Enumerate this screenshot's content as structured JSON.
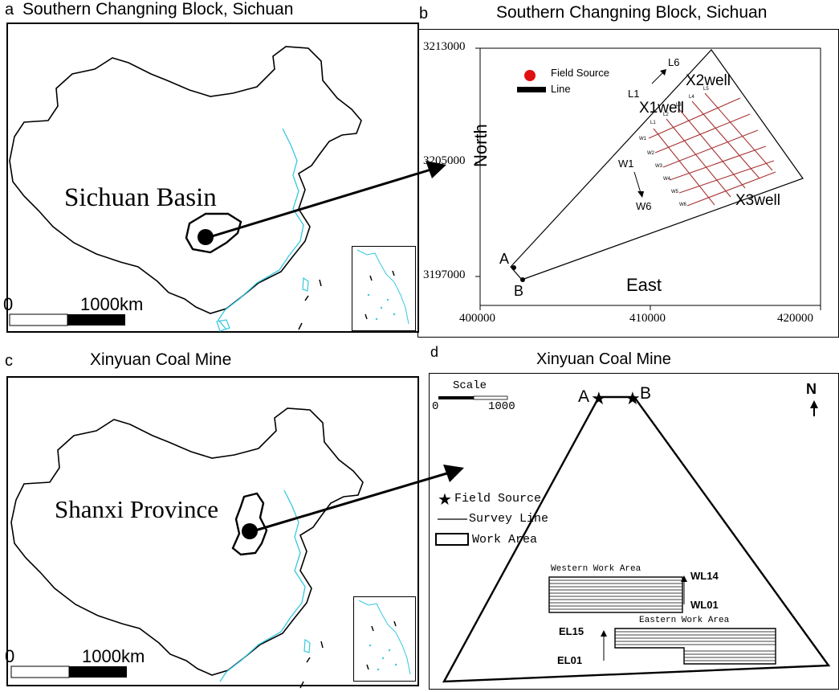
{
  "panel_a": {
    "letter": "a",
    "title": "Southern Changning Block, Sichuan",
    "region_label": "Sichuan Basin",
    "scale_zero": "0",
    "scale_end": "1000km"
  },
  "panel_b": {
    "letter": "b",
    "title": "Southern Changning Block, Sichuan",
    "y_ticks": [
      "3213000",
      "3205000",
      "3197000"
    ],
    "x_ticks": [
      "400000",
      "410000",
      "420000"
    ],
    "axis_north": "North",
    "axis_east": "East",
    "legend_source": "Field Source",
    "legend_line": "Line",
    "wells": [
      "X1well",
      "X2well",
      "X3well"
    ],
    "line_start": "L1",
    "line_end": "L6",
    "w_start": "W1",
    "w_end": "W6",
    "point_a": "A",
    "point_b": "B",
    "grid_l": [
      "L1",
      "L2",
      "L3",
      "L4",
      "L5"
    ],
    "grid_w": [
      "W1",
      "W2",
      "W3",
      "W4",
      "W5",
      "W6"
    ],
    "colors": {
      "grid": "#a83232",
      "source": "#e01010"
    }
  },
  "panel_c": {
    "letter": "c",
    "title": "Xinyuan Coal Mine",
    "region_label": "Shanxi Province",
    "scale_zero": "0",
    "scale_end": "1000km"
  },
  "panel_d": {
    "letter": "d",
    "title": "Xinyuan Coal Mine",
    "scale_title": "Scale",
    "scale_zero": "0",
    "scale_end": "1000",
    "north": "N",
    "point_a": "A",
    "point_b": "B",
    "legend_source": "Field Source",
    "legend_line": "Survey Line",
    "legend_area": "Work Area",
    "west_area": "Western Work Area",
    "east_area": "Eastern Work Area",
    "wl_top": "WL14",
    "wl_bottom": "WL01",
    "el_top": "EL15",
    "el_bottom": "EL01"
  },
  "coast_color": "#35c8e0"
}
